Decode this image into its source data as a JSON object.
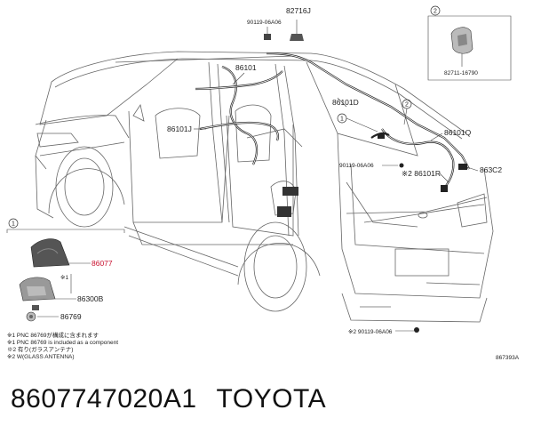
{
  "labels": {
    "p82716J": "82716J",
    "p90119_top": "90119-06A06",
    "circle2": "2",
    "p82711": "82711-16790",
    "p86101_top": "86101",
    "p86101D": "86101D",
    "circle1_mid": "1",
    "circle2_mid": "2",
    "p86101J": "86101J",
    "p86101Q": "86101Q",
    "p90119_mid": "90119-06A06",
    "p86101R": "※2 86101R",
    "p863C2": "863C2",
    "circle1_left": "1",
    "p86077": "86077",
    "note_star1": "※1",
    "p86300B": "86300B",
    "p86769": "86769",
    "p290119": "※2 90119-06A06",
    "code": "867393A"
  },
  "notes": [
    "※1 PNC 86769が構成に含まれます",
    "※1 PNC 86769 is included as a component",
    "※2 有り(ガラスアンテナ)",
    "※2 W(GLASS ANTENNA)"
  ],
  "caption": {
    "part_number": "8607747020A1",
    "brand": "TOYOTA"
  },
  "colors": {
    "highlight": "#c8102e",
    "ink": "#222222"
  }
}
